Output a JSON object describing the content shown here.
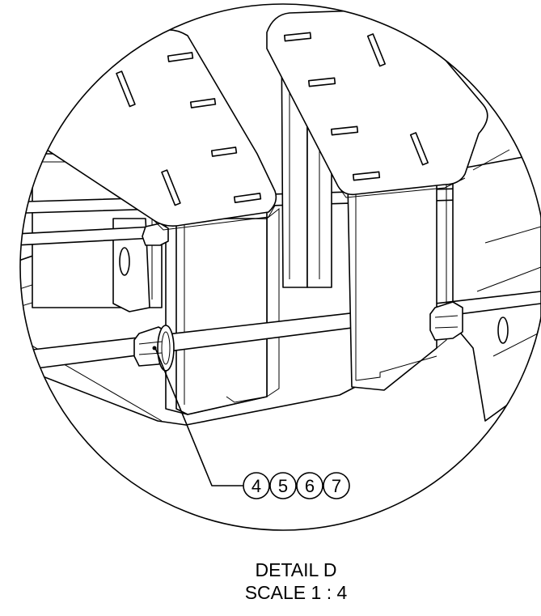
{
  "detail": {
    "title": "DETAIL D",
    "scale": "SCALE 1 : 4"
  },
  "balloons": [
    "4",
    "5",
    "6",
    "7"
  ]
}
